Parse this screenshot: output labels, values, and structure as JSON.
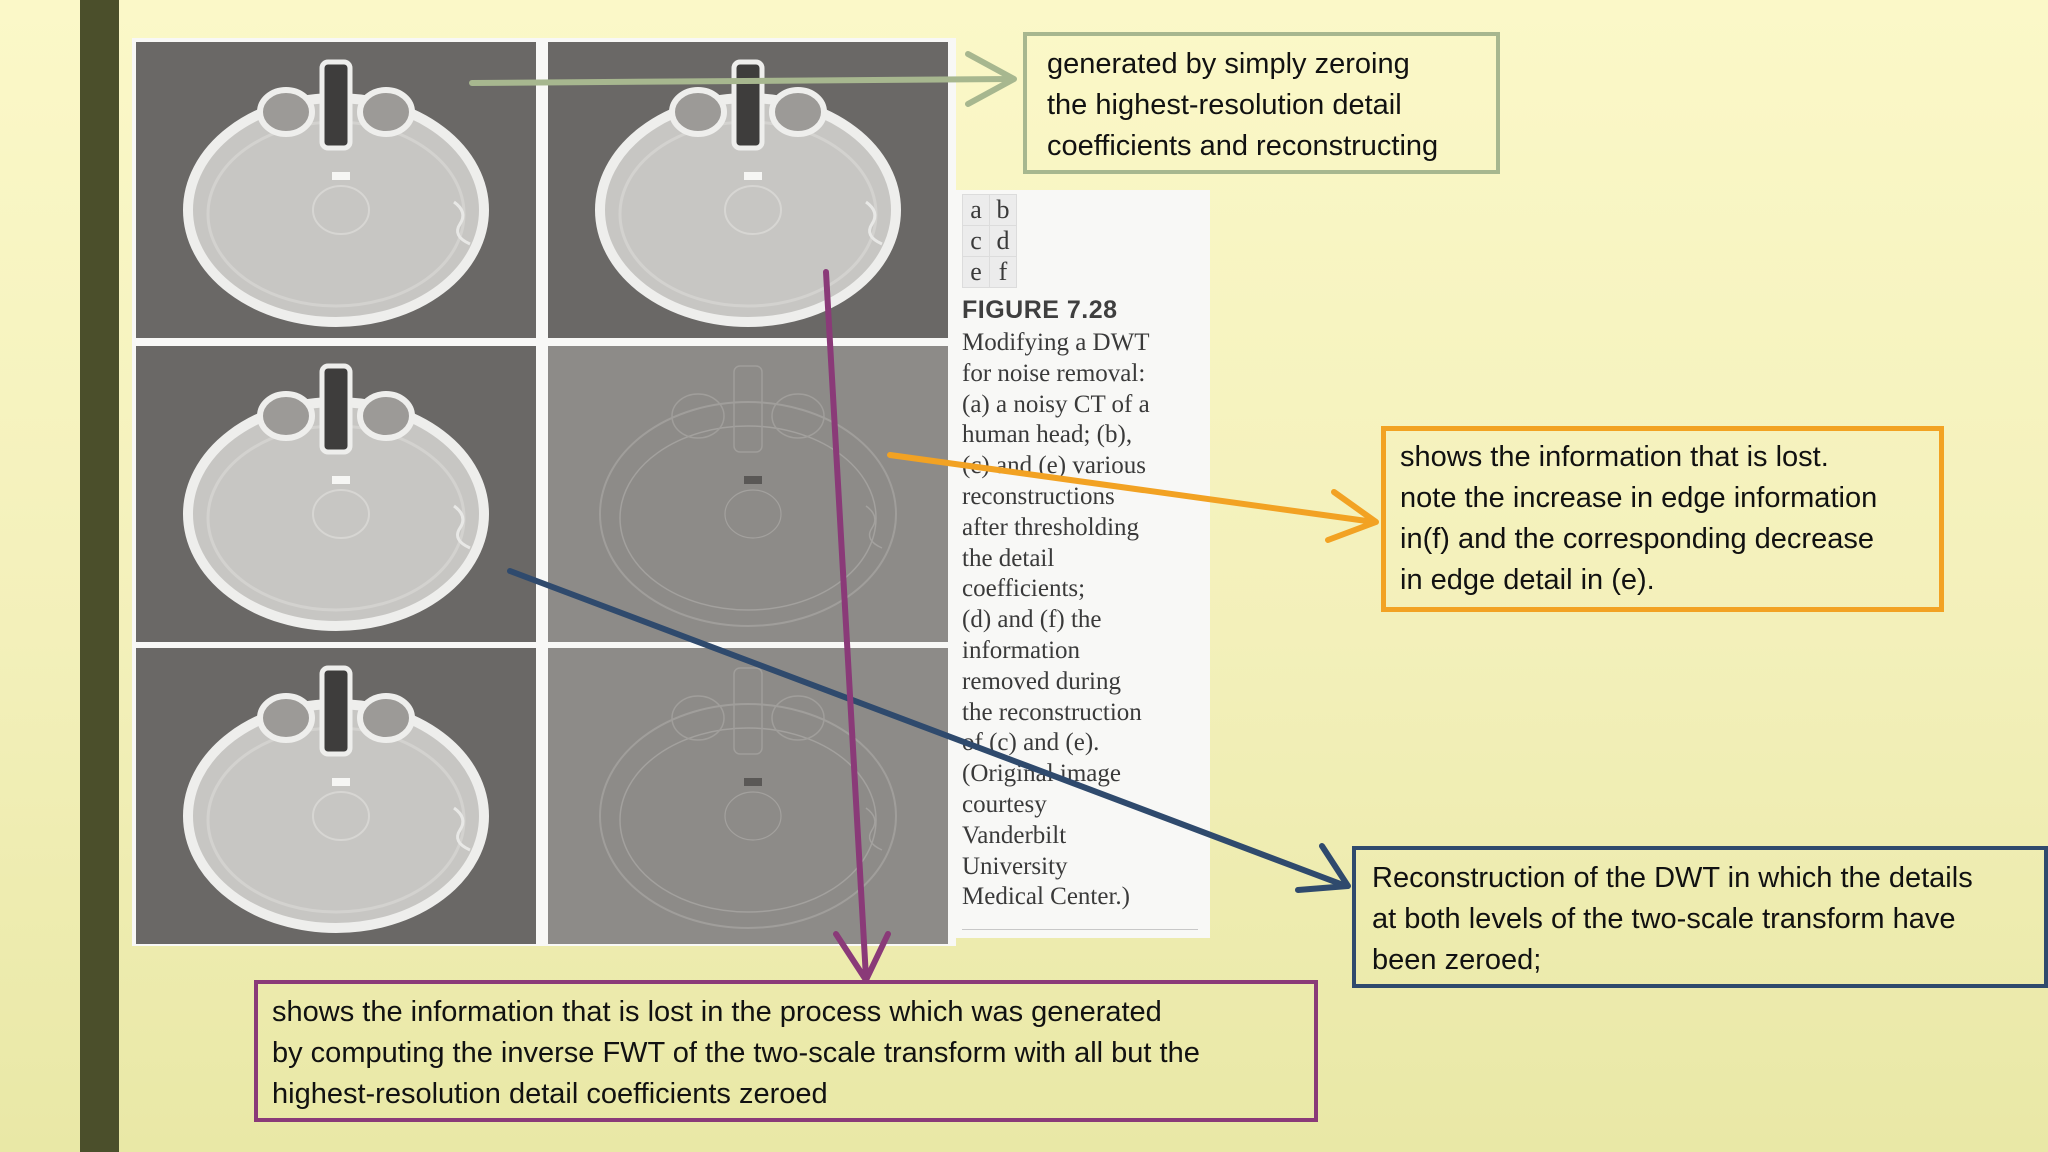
{
  "figure": {
    "panel_labels": [
      [
        "a",
        "b"
      ],
      [
        "c",
        "d"
      ],
      [
        "e",
        "f"
      ]
    ],
    "title": "FIGURE 7.28",
    "caption_lines": [
      "Modifying a DWT",
      "for noise removal:",
      "(a) a noisy CT of a",
      "human head; (b),",
      "(c) and (e) various",
      "reconstructions",
      "after thresholding",
      "the detail",
      "coefficients;",
      "(d) and (f) the",
      "information",
      "removed during",
      "the reconstruction",
      "of (c) and (e).",
      "(Original image",
      "courtesy",
      "Vanderbilt",
      "University",
      "Medical Center.)"
    ]
  },
  "callouts": {
    "green": "generated by simply zeroing\nthe highest-resolution detail\ncoefficients and reconstructing",
    "orange": "shows the information that is lost.\nnote the increase in edge information\nin(f) and the corresponding decrease\n in edge detail in (e).",
    "navy": "Reconstruction of the DWT in which the details\nat both levels of the two-scale transform have\nbeen zeroed;",
    "purple": "shows the information that is lost in the process which was generated\nby computing the inverse FWT of the two-scale transform with all but the\nhighest-resolution detail coefficients zeroed"
  },
  "colors": {
    "left_bar": "#4b4f2b",
    "green_arrow": "#a7b78f",
    "orange_arrow": "#f2a223",
    "navy_arrow": "#2f4a6d",
    "purple_arrow": "#8a3a78"
  }
}
